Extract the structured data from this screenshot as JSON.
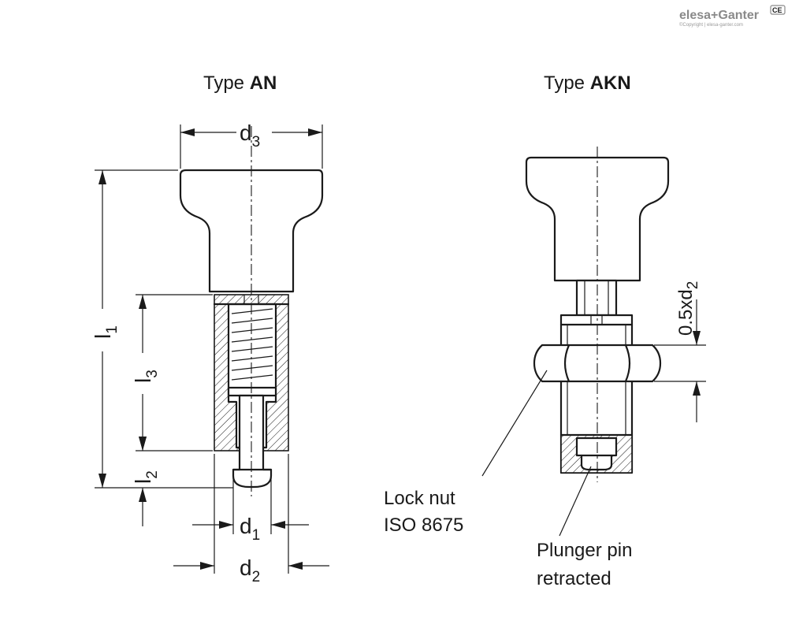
{
  "brand": {
    "logo": "elesa+Ganter",
    "copyright": "©Copyright | elesa-ganter.com",
    "mark": "CE"
  },
  "views": {
    "an": {
      "title_prefix": "Type ",
      "title_bold": "AN"
    },
    "akn": {
      "title_prefix": "Type ",
      "title_bold": "AKN"
    }
  },
  "dimensions": {
    "d3": {
      "base": "d",
      "sub": "3"
    },
    "l1": {
      "base": "l",
      "sub": "1"
    },
    "l3": {
      "base": "l",
      "sub": "3"
    },
    "l2": {
      "base": "l",
      "sub": "2"
    },
    "d1": {
      "base": "d",
      "sub": "1"
    },
    "d2": {
      "base": "d",
      "sub": "2"
    },
    "half_d2": {
      "base": "0.5xd",
      "sub": "2"
    }
  },
  "callouts": {
    "lock_nut": [
      "Lock nut",
      "ISO 8675"
    ],
    "plunger_pin": [
      "Plunger pin",
      "retracted"
    ]
  }
}
